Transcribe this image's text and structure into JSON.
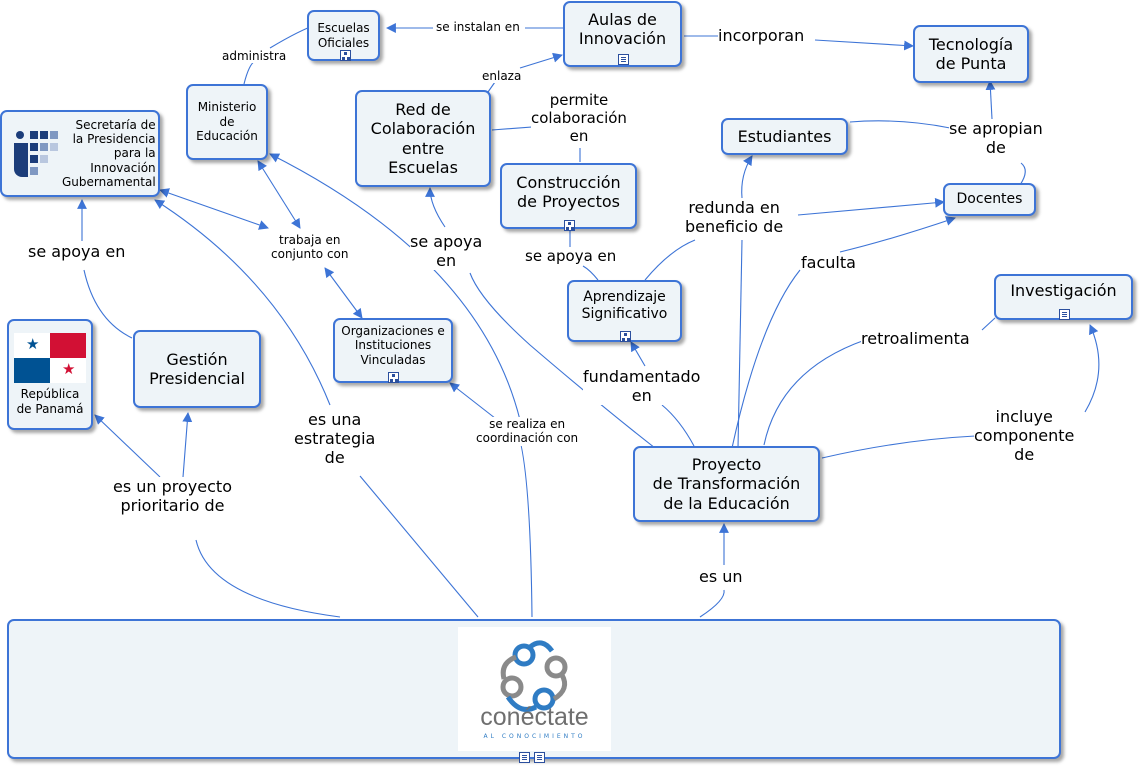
{
  "colors": {
    "accent": "#3d74d6",
    "node_fill": "#eef4f8"
  },
  "concepts": {
    "escuelas_oficiales": "Escuelas\nOficiales",
    "aulas_innovacion": "Aulas de\nInnovación",
    "tecnologia_punta": "Tecnología\nde Punta",
    "ministerio": "Ministerio\nde\nEducación",
    "secretaria": "Secretaría de\nla Presidencia\npara la\nInnovación\nGubernamental",
    "red_colaboracion": "Red de\nColaboración\nentre\nEscuelas",
    "construccion": "Construcción\nde Proyectos",
    "estudiantes": "Estudiantes",
    "docentes": "Docentes",
    "aprendizaje": "Aprendizaje\nSignificativo",
    "organizaciones": "Organizaciones e\nInstituciones\nVinculadas",
    "investigacion": "Investigación",
    "republica": "República\nde Panamá",
    "gestion": "Gestión\nPresidencial",
    "proyecto": "Proyecto\nde Transformación\nde la Educación",
    "logo_main": "conéctate",
    "logo_sub": "AL CONOCIMIENTO"
  },
  "links": {
    "administra": "administra",
    "se_instalan_en": "se instalan en",
    "incorporan": "incorporan",
    "enlaza": "enlaza",
    "permite": "permite\ncolaboración\nen",
    "se_apropian": "se apropian\nde",
    "redunda": "redunda en\nbeneficio de",
    "faculta": "faculta",
    "trabaja": "trabaja en\nconjunto con",
    "se_apoya_en_1": "se apoya en",
    "se_apoya_en_2": "se apoya\nen",
    "se_apoya_en_3": "se apoya en",
    "retroalimenta": "retroalimenta",
    "fundamentado": "fundamentado\nen",
    "incluye": "incluye\ncomponente\nde",
    "es_una_estrategia": "es una\nestrategia\nde",
    "se_realiza": "se realiza en\ncoordinación con",
    "es_un_proyecto": "es un proyecto\nprioritario de",
    "es_un": "es un"
  }
}
